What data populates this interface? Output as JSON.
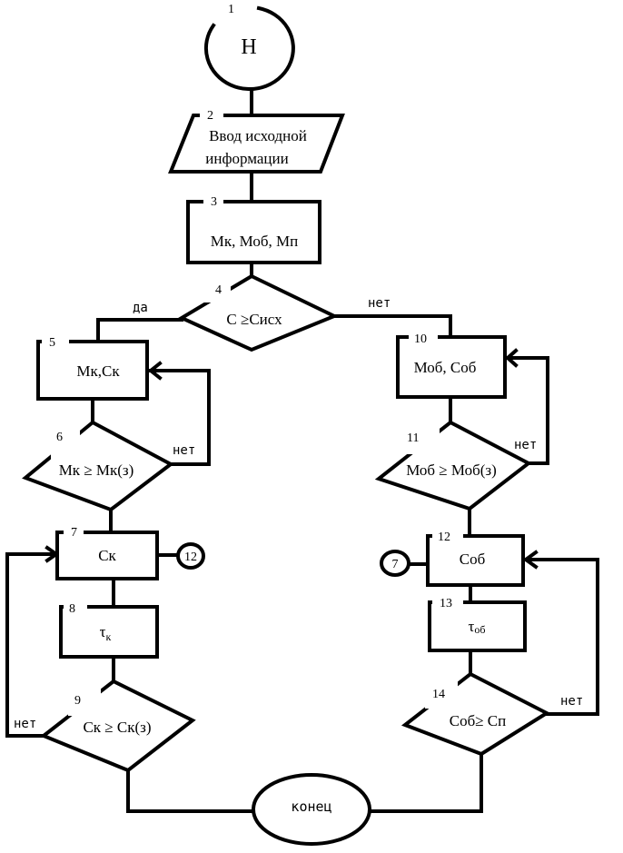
{
  "diagram": {
    "type": "flowchart",
    "colors": {
      "stroke": "#000000",
      "background": "#ffffff"
    },
    "blocks": [
      {
        "id": "1",
        "shape": "terminator-start",
        "number": "1",
        "text": "Н"
      },
      {
        "id": "2",
        "shape": "io",
        "number": "2",
        "lines": [
          "Ввод исходной",
          "информации"
        ]
      },
      {
        "id": "3",
        "shape": "process",
        "number": "3",
        "text": "Мк, Моб, Мп"
      },
      {
        "id": "4",
        "shape": "decision",
        "number": "4",
        "text": "С ≥Сисх"
      },
      {
        "id": "5",
        "shape": "process",
        "number": "5",
        "text": "Мк,Ск"
      },
      {
        "id": "6",
        "shape": "decision",
        "number": "6",
        "text": "Мк ≥   Мк(з)"
      },
      {
        "id": "7",
        "shape": "process",
        "number": "7",
        "text": "Ск"
      },
      {
        "id": "8",
        "shape": "process",
        "number": "8",
        "symbol": "τ",
        "subscript": "к"
      },
      {
        "id": "9",
        "shape": "decision",
        "number": "9",
        "text": "Ск ≥ Ск(з)"
      },
      {
        "id": "10",
        "shape": "process",
        "number": "10",
        "text": "Моб, Соб"
      },
      {
        "id": "11",
        "shape": "decision",
        "number": "11",
        "text": "Моб ≥ Моб(з)"
      },
      {
        "id": "12",
        "shape": "process",
        "number": "12",
        "text": "Соб"
      },
      {
        "id": "13",
        "shape": "process",
        "number": "13",
        "symbol": "τ",
        "subscript": "об"
      },
      {
        "id": "14",
        "shape": "decision",
        "number": "14",
        "text": "Соб≥ Сп"
      },
      {
        "id": "end",
        "shape": "terminator-end",
        "text": "конец"
      }
    ],
    "connectors": [
      {
        "id": "conn-12",
        "text": "12",
        "attached_to": "7"
      },
      {
        "id": "conn-7",
        "text": "7",
        "attached_to": "12"
      }
    ],
    "edge_labels": {
      "yes_4": "да",
      "no_4": "нет",
      "no_6": "нет",
      "no_9": "нет",
      "no_11": "нет",
      "no_14": "нет"
    },
    "edges": [
      {
        "from": "1",
        "to": "2"
      },
      {
        "from": "2",
        "to": "3"
      },
      {
        "from": "3",
        "to": "4"
      },
      {
        "from": "4",
        "to": "5",
        "label": "да"
      },
      {
        "from": "4",
        "to": "10",
        "label": "нет"
      },
      {
        "from": "5",
        "to": "6"
      },
      {
        "from": "6",
        "to": "5",
        "label": "нет"
      },
      {
        "from": "6",
        "to": "7"
      },
      {
        "from": "7",
        "to": "8"
      },
      {
        "from": "8",
        "to": "9"
      },
      {
        "from": "9",
        "to": "7",
        "label": "нет"
      },
      {
        "from": "9",
        "to": "end"
      },
      {
        "from": "10",
        "to": "11"
      },
      {
        "from": "11",
        "to": "10",
        "label": "нет"
      },
      {
        "from": "11",
        "to": "12"
      },
      {
        "from": "12",
        "to": "13"
      },
      {
        "from": "13",
        "to": "14"
      },
      {
        "from": "14",
        "to": "12",
        "label": "нет"
      },
      {
        "from": "14",
        "to": "end"
      }
    ]
  }
}
